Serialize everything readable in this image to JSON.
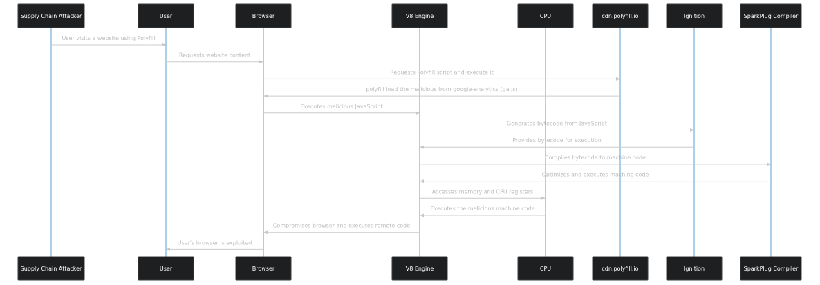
{
  "diagram": {
    "type": "sequence",
    "participants": [
      {
        "id": "attacker",
        "label": "Supply Chain Attacker"
      },
      {
        "id": "user",
        "label": "User"
      },
      {
        "id": "browser",
        "label": "Browser"
      },
      {
        "id": "v8",
        "label": "V8 Engine"
      },
      {
        "id": "cpu",
        "label": "CPU"
      },
      {
        "id": "cdn",
        "label": "cdn.polyfill.io"
      },
      {
        "id": "ignition",
        "label": "Ignition"
      },
      {
        "id": "sparkplug",
        "label": "SparkPlug Compiler"
      }
    ],
    "messages": [
      {
        "from": "attacker",
        "to": "user",
        "text": "User visits a website using Polyfill"
      },
      {
        "from": "user",
        "to": "browser",
        "text": "Requests website content"
      },
      {
        "from": "browser",
        "to": "cdn",
        "text": "Requests Polyfill script and execute it"
      },
      {
        "from": "cdn",
        "to": "browser",
        "text": "polyfill load the malicious from googie-anaiytics (ga.js)"
      },
      {
        "from": "browser",
        "to": "v8",
        "text": "Executes malicious JavaScript"
      },
      {
        "from": "v8",
        "to": "ignition",
        "text": "Generates bytecode from JavaScript"
      },
      {
        "from": "ignition",
        "to": "v8",
        "text": "Provides bytecode for execution"
      },
      {
        "from": "v8",
        "to": "sparkplug",
        "text": "Compiles bytecode to machine code"
      },
      {
        "from": "sparkplug",
        "to": "v8",
        "text": "Optimizes and executes machine code"
      },
      {
        "from": "v8",
        "to": "cpu",
        "text": "Accesses memory and CPU registers"
      },
      {
        "from": "cpu",
        "to": "v8",
        "text": "Executes the malicious machine code"
      },
      {
        "from": "v8",
        "to": "browser",
        "text": "Compromises browser and executes remote code"
      },
      {
        "from": "browser",
        "to": "user",
        "text": "User's browser is exploited"
      }
    ]
  }
}
